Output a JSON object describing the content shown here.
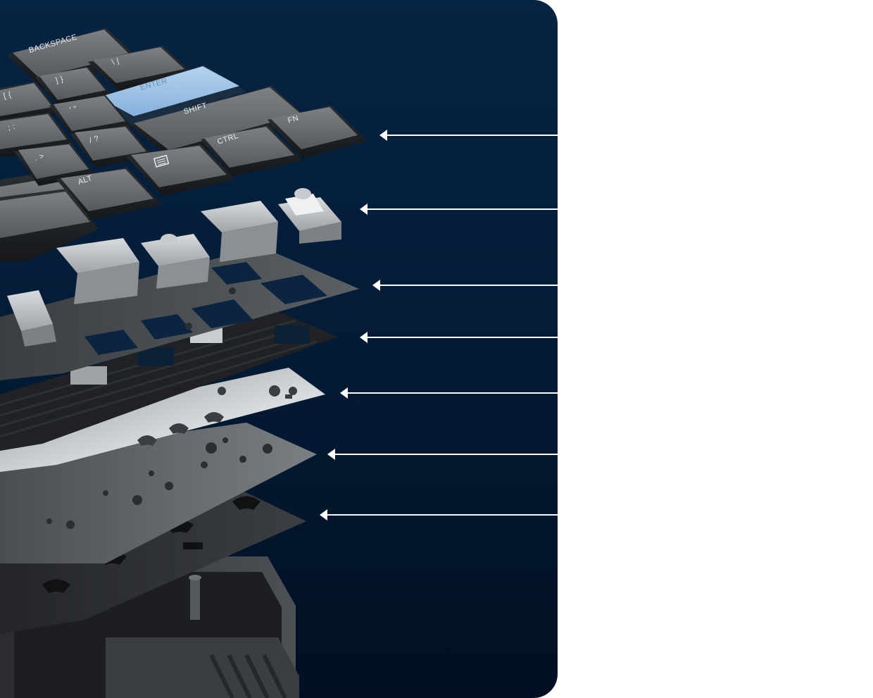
{
  "image": {
    "description_icon": "exploded-keyboard-illustration",
    "background_color": "#04203d",
    "accent_key_color": "#9dc3e6"
  },
  "keycaps": {
    "backspace": "BACKSPACE",
    "backslash": "\\ |",
    "bracket_close": "] }",
    "bracket_open": "[ {",
    "enter": "ENTER",
    "quote": "' \"",
    "shift": "SHIFT",
    "fn": "FN",
    "semicolon": "; :",
    "slash": "/ ?",
    "ctrl": "CTRL",
    "period": ". >",
    "alt": "ALT"
  },
  "pointers": {
    "count": 7,
    "color": "#ffffff"
  }
}
